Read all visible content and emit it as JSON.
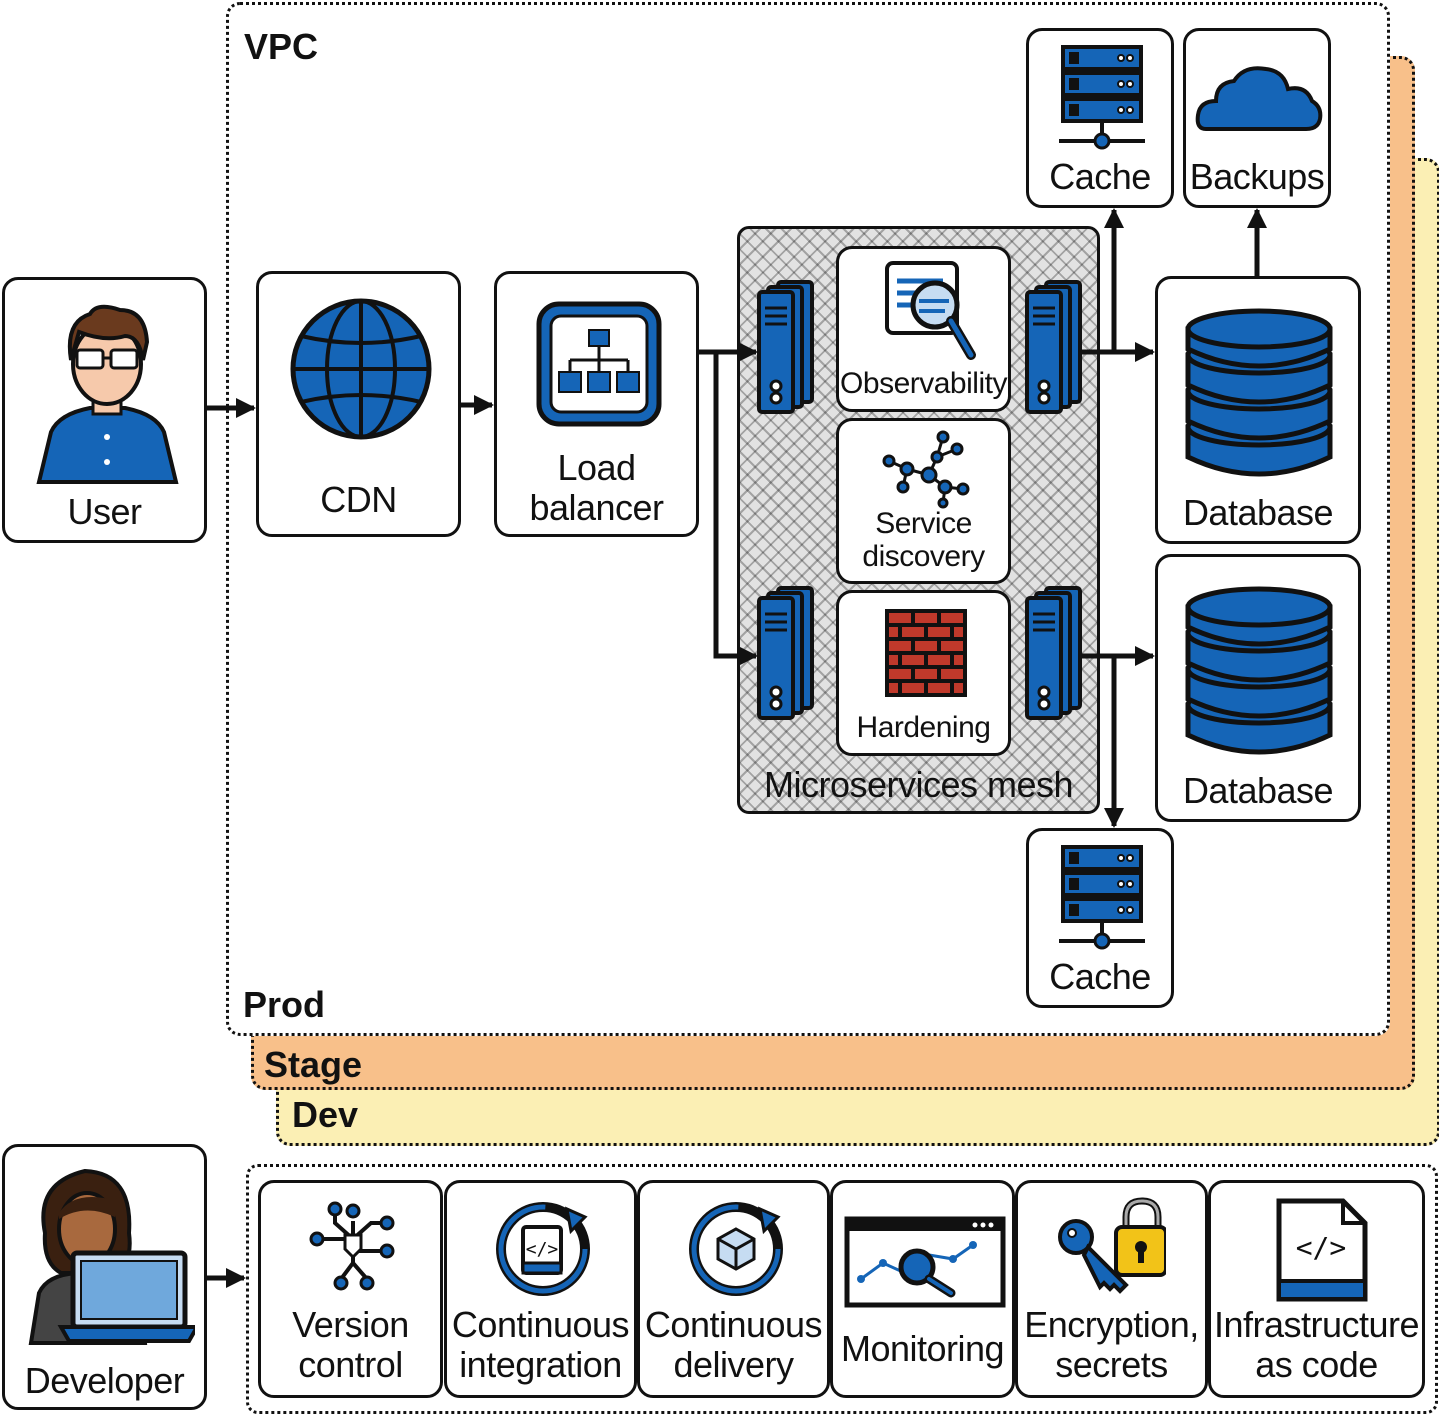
{
  "layers": {
    "vpc": "VPC",
    "prod": "Prod",
    "stage": "Stage",
    "dev": "Dev"
  },
  "nodes": {
    "user": "User",
    "cdn": "CDN",
    "load_balancer": [
      "Load",
      "balancer"
    ],
    "observability": "Observability",
    "service_discovery": [
      "Service",
      "discovery"
    ],
    "hardening": "Hardening",
    "mesh": "Microservices mesh",
    "cache_top": "Cache",
    "backups": "Backups",
    "database_top": "Database",
    "database_bottom": "Database",
    "cache_bottom": "Cache",
    "developer": "Developer"
  },
  "tools": [
    {
      "line1": "Version",
      "line2": "control",
      "icon": "version-control-icon"
    },
    {
      "line1": "Continuous",
      "line2": "integration",
      "icon": "continuous-integration-icon"
    },
    {
      "line1": "Continuous",
      "line2": "delivery",
      "icon": "continuous-delivery-icon"
    },
    {
      "line1": "Monitoring",
      "line2": "",
      "icon": "monitoring-icon"
    },
    {
      "line1": "Encryption,",
      "line2": "secrets",
      "icon": "encryption-icon"
    },
    {
      "line1": "Infrastructure",
      "line2": "as code",
      "icon": "infrastructure-as-code-icon"
    }
  ],
  "colors": {
    "blue": "#1565b7",
    "stage": "#f8c08a",
    "dev": "#fbefb4",
    "brick": "#c0392b"
  }
}
